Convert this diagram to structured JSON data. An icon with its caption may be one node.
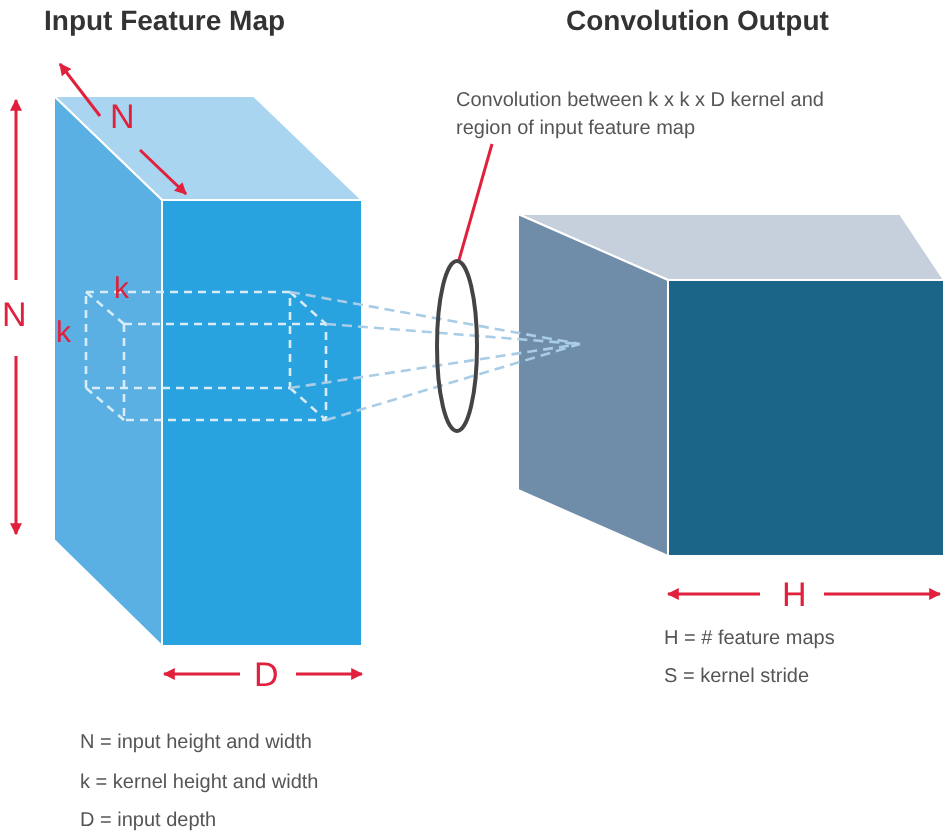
{
  "diagram": {
    "nodes": [
      {
        "text": [
          "Convolution between k x k x D kernel and region of input feature map"
        ]
      },
      {
        "text": [],
        "shape": "ellipse"
      }
    ],
    "edges": [
      {
        "from": 0,
        "to": 1,
        "arrow": "none"
      }
    ],
    "labels": [
      "Input Feature Map",
      "Convolution Output",
      "N",
      "N",
      "k",
      "k",
      "D",
      "H",
      "H = # feature maps",
      "S = kernel stride",
      "N = input height and width",
      "k = kernel height and width",
      "D = input depth"
    ]
  }
}
